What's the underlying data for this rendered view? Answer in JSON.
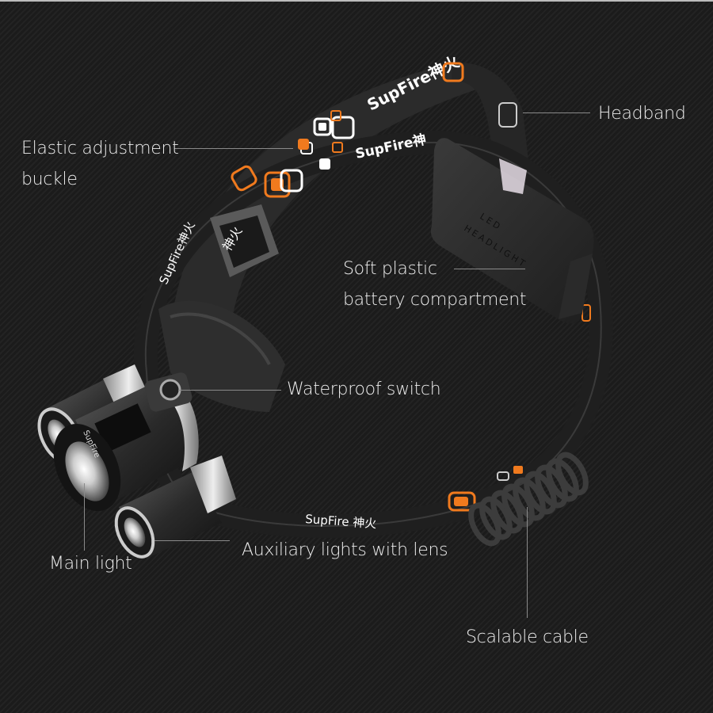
{
  "product": {
    "brand": "SupFire",
    "brand_cn": "神火",
    "battery_box_text_line1": "LED",
    "battery_box_text_line2": "HEADLIGHT",
    "head_engraving": "SupFire"
  },
  "callouts": {
    "headband": {
      "label": "Headband"
    },
    "buckle": {
      "line1": "Elastic adjustment",
      "line2": "buckle"
    },
    "battery": {
      "line1": "Soft plastic",
      "line2": "battery compartment"
    },
    "switch": {
      "label": "Waterproof switch"
    },
    "main_light": {
      "label": "Main light"
    },
    "aux_lights": {
      "label": "Auxiliary lights with lens"
    },
    "cable": {
      "label": "Scalable cable"
    }
  },
  "colors": {
    "background": "#1e1e1e",
    "label_text": "#ececec",
    "leader_line": "#8a8a8a",
    "accent_orange": "#f07a1e",
    "strap": "#2a2a2a",
    "logo_red": "#e0201c"
  }
}
